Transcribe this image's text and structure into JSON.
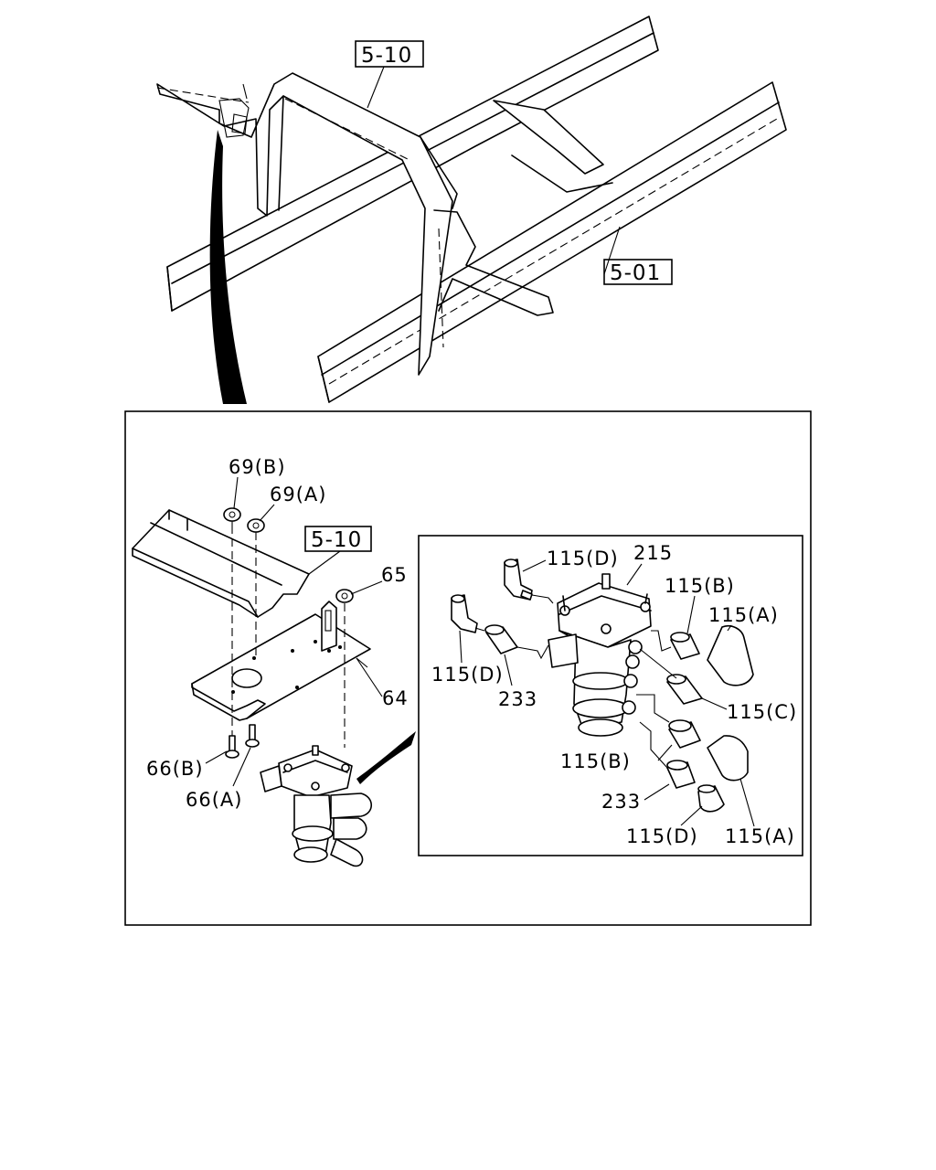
{
  "references": {
    "crossmember_top": "5-10",
    "frame": "5-01",
    "crossmember_detail": "5-10"
  },
  "labels": {
    "p69b": "69(B)",
    "p69a": "69(A)",
    "p65": "65",
    "p64": "64",
    "p66b": "66(B)",
    "p66a": "66(A)",
    "p115d_top": "115(D)",
    "p215": "215",
    "p115b_top": "115(B)",
    "p115a_top": "115(A)",
    "p115d_left": "115(D)",
    "p233_left": "233",
    "p115c": "115(C)",
    "p115b_bottom": "115(B)",
    "p233_bottom": "233",
    "p115d_bottom": "115(D)",
    "p115a_bottom": "115(A)"
  }
}
